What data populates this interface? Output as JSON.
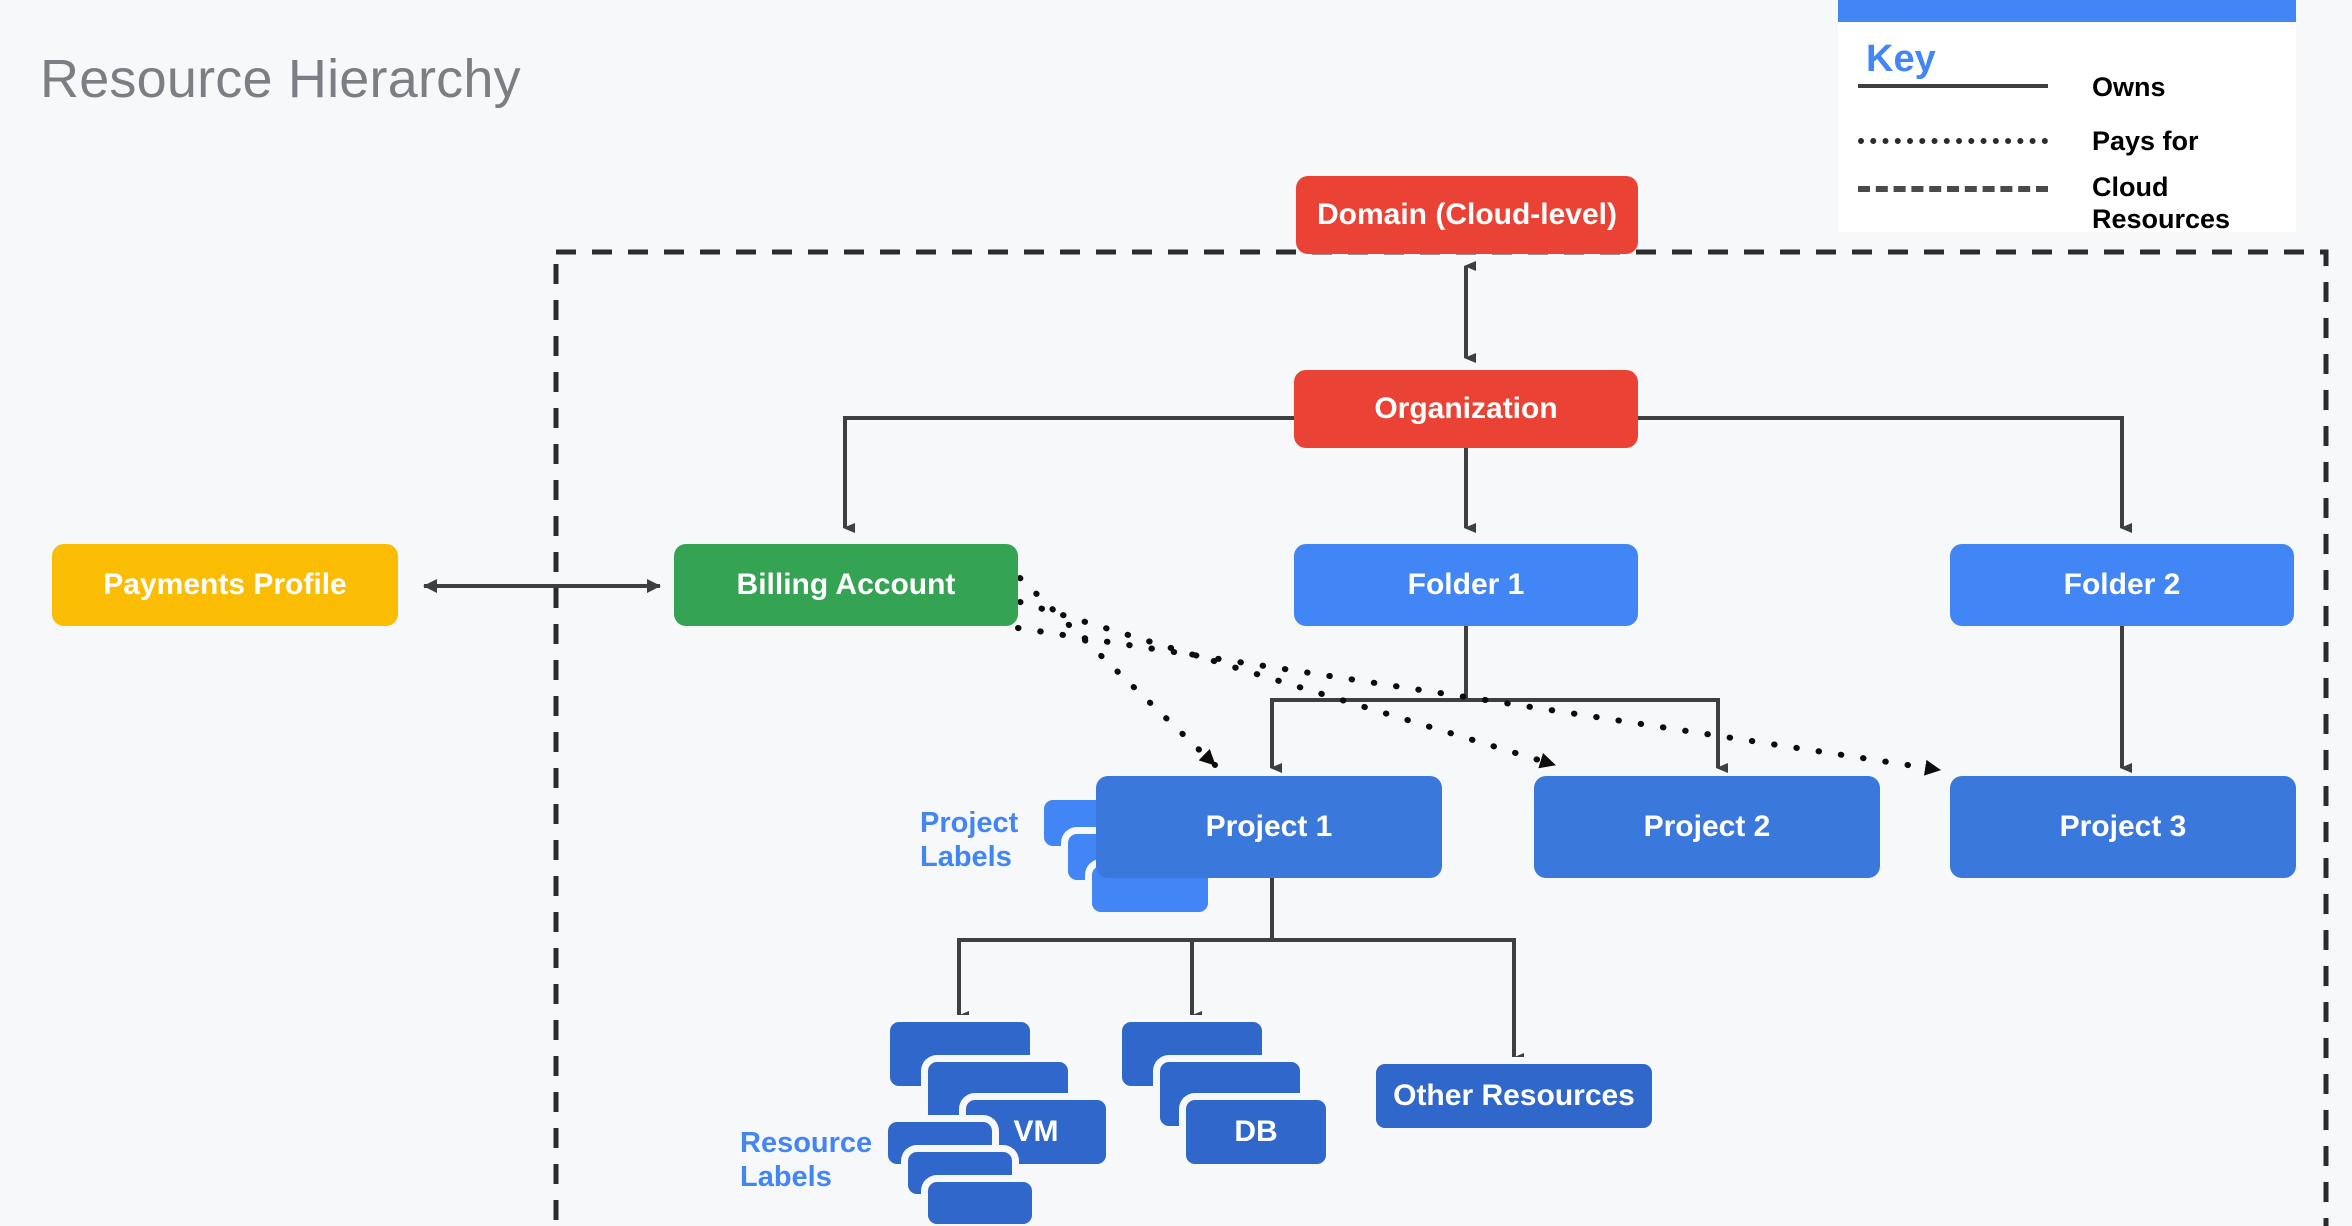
{
  "page": {
    "title": "Resource Hierarchy",
    "background": "#f7f8fa"
  },
  "key": {
    "title": "Key",
    "accent": "#4285f4",
    "entries": [
      {
        "style": "solid",
        "label": "Owns"
      },
      {
        "style": "dotted",
        "label": "Pays for"
      },
      {
        "style": "dashed",
        "label": "Cloud Resources"
      }
    ]
  },
  "colors": {
    "domain": "#ea4335",
    "organization": "#ea4335",
    "billing": "#34a353",
    "payments": "#fbbc04",
    "folder": "#4285f4",
    "project": "#3b78dc",
    "resource": "#2f68ca",
    "label_text": "#4285f4",
    "connector": "#3c4043"
  },
  "nodes": {
    "domain": "Domain (Cloud-level)",
    "organization": "Organization",
    "payments_profile": "Payments Profile",
    "billing_account": "Billing Account",
    "folder1": "Folder 1",
    "folder2": "Folder 2",
    "project1": "Project 1",
    "project2": "Project 2",
    "project3": "Project 3",
    "vm": "VM",
    "db": "DB",
    "other_resources": "Other Resources"
  },
  "annotations": {
    "project_labels": "Project\nLabels",
    "project_labels_line1": "Project",
    "project_labels_line2": "Labels",
    "resource_labels_line1": "Resource",
    "resource_labels_line2": "Labels"
  },
  "relationships": [
    {
      "from": "Domain (Cloud-level)",
      "to": "Organization",
      "type": "owns",
      "bidirectional": true
    },
    {
      "from": "Payments Profile",
      "to": "Billing Account",
      "type": "owns",
      "bidirectional": true
    },
    {
      "from": "Organization",
      "to": "Billing Account",
      "type": "owns"
    },
    {
      "from": "Organization",
      "to": "Folder 1",
      "type": "owns"
    },
    {
      "from": "Organization",
      "to": "Folder 2",
      "type": "owns"
    },
    {
      "from": "Folder 1",
      "to": "Project 1",
      "type": "owns"
    },
    {
      "from": "Folder 1",
      "to": "Project 2",
      "type": "owns"
    },
    {
      "from": "Folder 2",
      "to": "Project 3",
      "type": "owns"
    },
    {
      "from": "Project 1",
      "to": "VM",
      "type": "owns"
    },
    {
      "from": "Project 1",
      "to": "DB",
      "type": "owns"
    },
    {
      "from": "Project 1",
      "to": "Other Resources",
      "type": "owns"
    },
    {
      "from": "Billing Account",
      "to": "Project 1",
      "type": "pays for"
    },
    {
      "from": "Billing Account",
      "to": "Project 2",
      "type": "pays for"
    },
    {
      "from": "Billing Account",
      "to": "Project 3",
      "type": "pays for"
    }
  ]
}
